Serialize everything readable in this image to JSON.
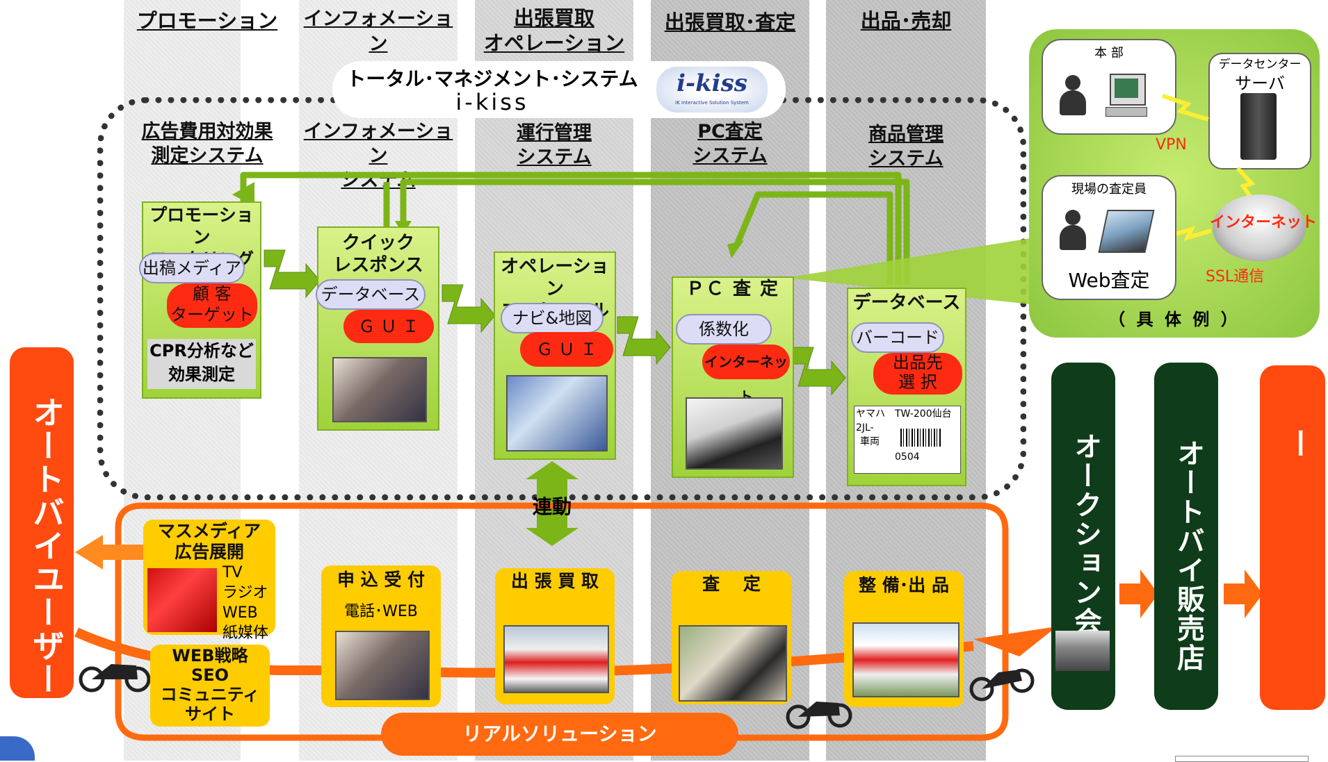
{
  "columns": [
    {
      "label": "プロモーション"
    },
    {
      "label": "インフォメーション"
    },
    {
      "label": "出張買取\nオペレーション"
    },
    {
      "label": "出張買取･査定"
    },
    {
      "label": "出品･売却"
    }
  ],
  "system_title": {
    "line1": "トータル･マネジメント･システム",
    "line2": "i-kiss",
    "logo_text": "i-kiss",
    "logo_sub": "IK Interactive Solution System"
  },
  "systems": [
    {
      "label": "広告費用対効果\n測定システム"
    },
    {
      "label": "インフォメーション\nシステム"
    },
    {
      "label": "運行管理\nシステム"
    },
    {
      "label": "PC査定\nシステム"
    },
    {
      "label": "商品管理\nシステム"
    }
  ],
  "boxes": {
    "promotion": {
      "title": "プロモーション\nモニタリング",
      "pill": "出稿メディア",
      "red": "顧 客\nターゲット",
      "bottom": "CPR分析など\n効果測定"
    },
    "quick": {
      "title": "クイック\nレスポンス",
      "pill": "データベース",
      "red": "Ｇ Ｕ Ｉ"
    },
    "operation": {
      "title": "オペレーション\nコントロール",
      "pill": "ナビ&地図",
      "red": "Ｇ Ｕ Ｉ"
    },
    "pc": {
      "title": "ＰＣ 査 定",
      "pill": "係数化",
      "red": "インターネット"
    },
    "database": {
      "title": "データベース",
      "pill": "バーコード",
      "red": "出品先\n選 択",
      "label_line1": "ヤマハ　TW-200仙台",
      "label_line2": "2JL-",
      "label_line3": "車両",
      "label_code": "0504"
    }
  },
  "renkei": "連動",
  "example": {
    "honbu": "本 部",
    "datacenter": "データセンター",
    "server": "サーバ",
    "vpn": "VPN",
    "field": "現場の査定員",
    "internet": "インターネット",
    "web": "Web査定",
    "ssl": "SSL通信",
    "caption": "（ 具 体 例 ）"
  },
  "real": {
    "mass_title": "マスメディア\n広告展開",
    "mass_list": [
      "TV",
      "ラジオ",
      "WEB",
      "紙媒体"
    ],
    "web_title": "WEB戦略\nSEO\nコミュニティ\nサイト",
    "apply": "申 込 受 付",
    "apply_sub": "電話･WEB",
    "visit": "出 張 買 取",
    "assess": "査　 定",
    "prep": "整 備･出 品",
    "footer": "リアルソリューション"
  },
  "left_user": "オートバイユーザー",
  "auction": "オークション会場",
  "dealer": "オートバイ販売店",
  "right_user": "オートバイユーザー",
  "colors": {
    "green": "#8cc63f",
    "orange": "#ff6a10",
    "red": "#ff2a12",
    "yellow": "#ffcc00",
    "dark": "#0f3c1a"
  }
}
